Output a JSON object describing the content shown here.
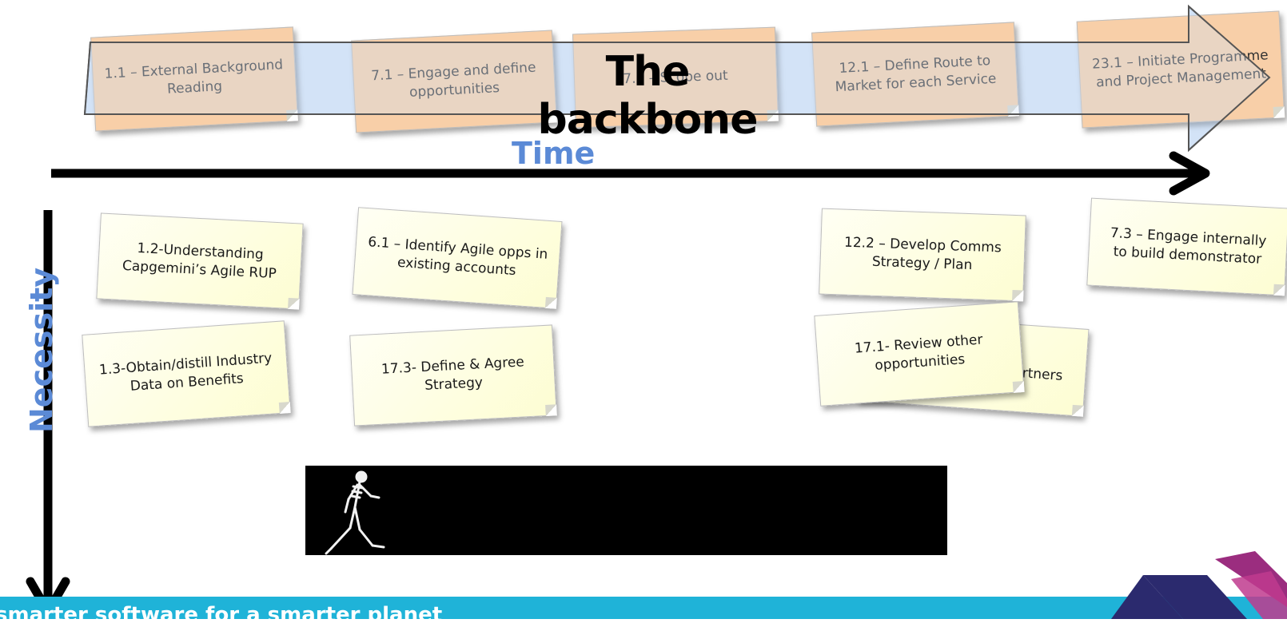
{
  "backbone": {
    "title": "The backbone",
    "notes": [
      {
        "id": "n1",
        "text": "1.1 – External Background Reading"
      },
      {
        "id": "n2",
        "text": "7.1 – Engage and define opportunities"
      },
      {
        "id": "n3",
        "text": "7.2 – Scope out"
      },
      {
        "id": "n4",
        "text": "12.1 – Define Route to Market for each Service"
      },
      {
        "id": "n5",
        "text": "23.1 – Initiate Programme and Project Management"
      }
    ]
  },
  "axes": {
    "time_label": "Time",
    "necessity_label": "Necessity"
  },
  "notes": [
    {
      "id": "n6",
      "text": "1.2-Understanding Capgemini’s Agile RUP"
    },
    {
      "id": "n7",
      "text": "6.1 – Identify Agile opps in existing accounts"
    },
    {
      "id": "n8",
      "text": "12.2 – Develop Comms Strategy / Plan"
    },
    {
      "id": "n9",
      "text": "7.3 – Engage internally to build demonstrator"
    },
    {
      "id": "n10",
      "text": "1.3-Obtain/distill Industry Data on Benefits"
    },
    {
      "id": "n11",
      "text": "17.3- Define & Agree Strategy"
    },
    {
      "id": "n12",
      "text": "rtners"
    },
    {
      "id": "n13",
      "text": "17.1- Review other opportunities"
    }
  ],
  "footer": {
    "text": "smarter software for a smarter planet"
  },
  "colors": {
    "accent_blue": "#5b8ad6",
    "footer_cyan": "#1fb3d8",
    "arrow_fill": "#cfe0f6",
    "backbone_note": "#f8cfa8",
    "task_note": "#fdfdd2"
  },
  "icons": [
    "skeleton-walking-figure",
    "brand-chevron-logo"
  ]
}
